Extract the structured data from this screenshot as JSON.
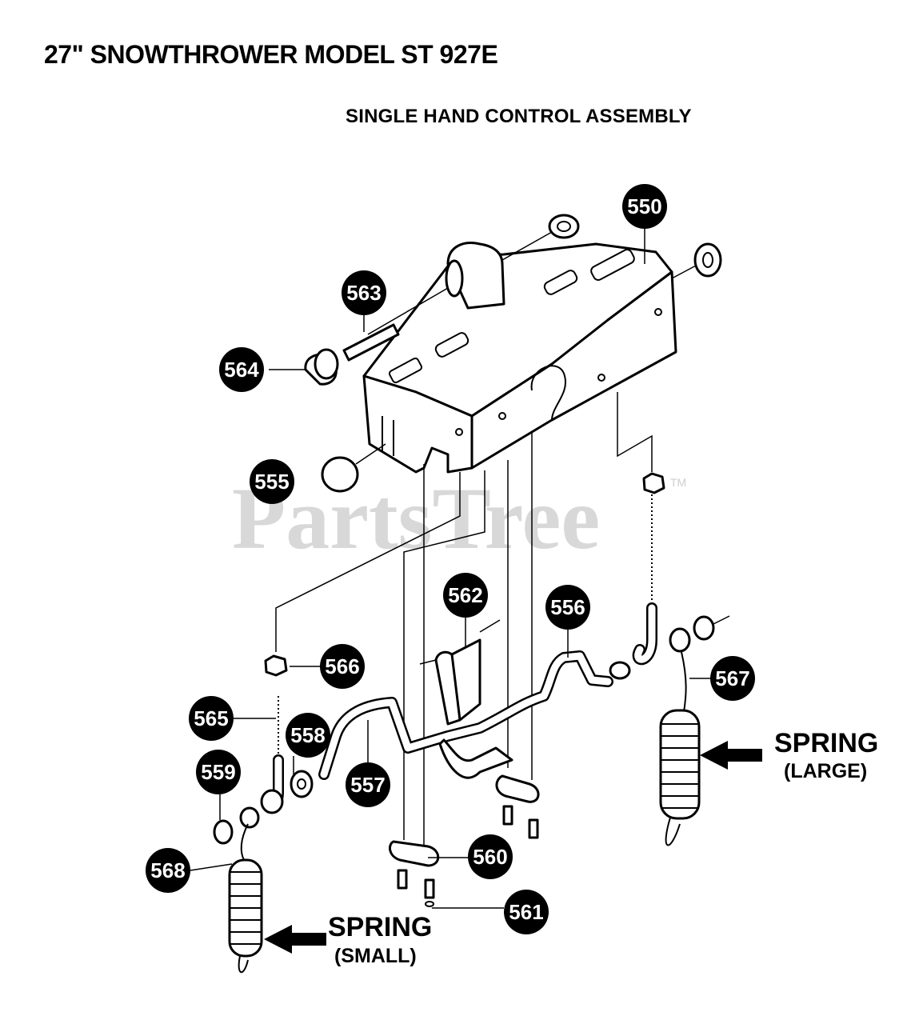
{
  "title": "27\" SNOWTHROWER MODEL ST 927E",
  "subtitle": "SINGLE HAND CONTROL ASSEMBLY",
  "watermark": "PartsTree",
  "watermark_tm": "TM",
  "callouts": {
    "c550": "550",
    "c563": "563",
    "c564": "564",
    "c555": "555",
    "c562": "562",
    "c556": "556",
    "c566": "566",
    "c565": "565",
    "c558": "558",
    "c559": "559",
    "c557": "557",
    "c567": "567",
    "c568": "568",
    "c560": "560",
    "c561": "561"
  },
  "labels": {
    "spring_large": "SPRING",
    "spring_large_sub": "(LARGE)",
    "spring_small": "SPRING",
    "spring_small_sub": "(SMALL)"
  }
}
